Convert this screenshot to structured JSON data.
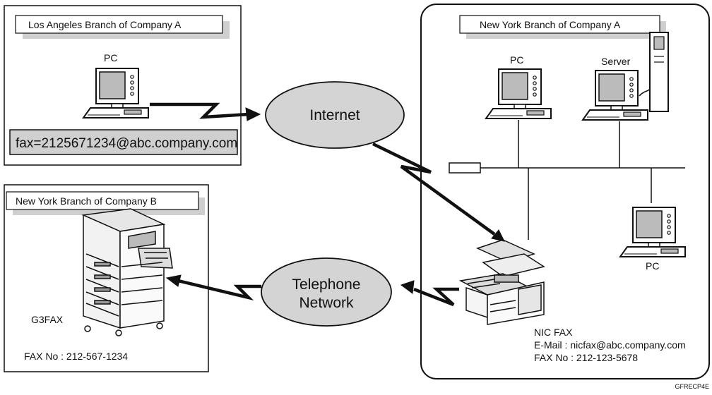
{
  "la_branch": {
    "title": "Los Angeles Branch of Company A",
    "pc_label": "PC",
    "fax_address": "fax=2125671234@abc.company.com"
  },
  "ny_a_branch": {
    "title": "New York Branch of Company A",
    "pc_label_1": "PC",
    "server_label": "Server",
    "pc_label_2": "PC",
    "nicfax": {
      "name": "NIC FAX",
      "email_line": "E-Mail : nicfax@abc.company.com",
      "fax_line": "FAX No : 212-123-5678"
    }
  },
  "ny_b_branch": {
    "title": "New York Branch of Company B",
    "device_label": "G3FAX",
    "fax_line": "FAX No : 212-567-1234"
  },
  "internet_label": "Internet",
  "telephone_label_1": "Telephone",
  "telephone_label_2": "Network",
  "figure_code": "GFRECP4E",
  "colors": {
    "cloud_fill": "#d4d4d4",
    "title_shadow": "#cfcfcf",
    "stroke": "#111111"
  }
}
